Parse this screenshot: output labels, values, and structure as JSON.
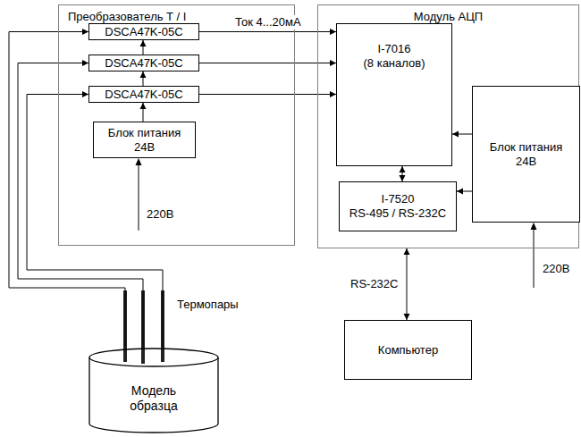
{
  "diagram": {
    "nodes": [
      {
        "text": [
          "Преобразователь T / I"
        ]
      },
      {
        "text": [
          "DSCA47K-05C"
        ],
        "in": 0
      },
      {
        "text": [
          "DSCA47K-05C"
        ],
        "in": 0
      },
      {
        "text": [
          "DSCA47K-05C"
        ],
        "in": 0
      },
      {
        "text": [
          "Блок питания 24В"
        ],
        "in": 0
      },
      {
        "text": [
          "Модуль АЦП"
        ]
      },
      {
        "text": [
          "I-7016",
          "(8 каналов)"
        ],
        "in": 5
      },
      {
        "text": [
          "Блок питания 24В"
        ],
        "in": 5
      },
      {
        "text": [
          "I-7520",
          "RS-495 / RS-232C"
        ],
        "in": 5
      },
      {
        "text": [
          "Компьютер"
        ]
      },
      {
        "text": [
          "Модель образца"
        ]
      }
    ],
    "edges": [
      {
        "from": 4,
        "to": 3,
        "arrow": "to"
      },
      {
        "from": 3,
        "to": 2,
        "arrow": "to"
      },
      {
        "from": 2,
        "to": 1,
        "arrow": "to"
      },
      {
        "from": 1,
        "to": 6,
        "label": "Ток 4...20мА",
        "arrow": "to"
      },
      {
        "from": 2,
        "to": 6,
        "arrow": "to"
      },
      {
        "from": 3,
        "to": 6,
        "arrow": "to"
      },
      {
        "from": 6,
        "to": 8,
        "arrow": "both"
      },
      {
        "from": 7,
        "to": 6,
        "arrow": "to"
      },
      {
        "from": 7,
        "to": 8,
        "arrow": "to"
      },
      {
        "from": 5,
        "to": 9,
        "label": "RS-232C",
        "arrow": "both"
      },
      {
        "from": 10,
        "to": 1,
        "arrow": "to"
      },
      {
        "from": 10,
        "to": 2,
        "arrow": "to"
      },
      {
        "from": 10,
        "to": 3,
        "arrow": "to"
      }
    ],
    "labels": [
      "220В",
      "220В",
      "Термопары"
    ]
  }
}
